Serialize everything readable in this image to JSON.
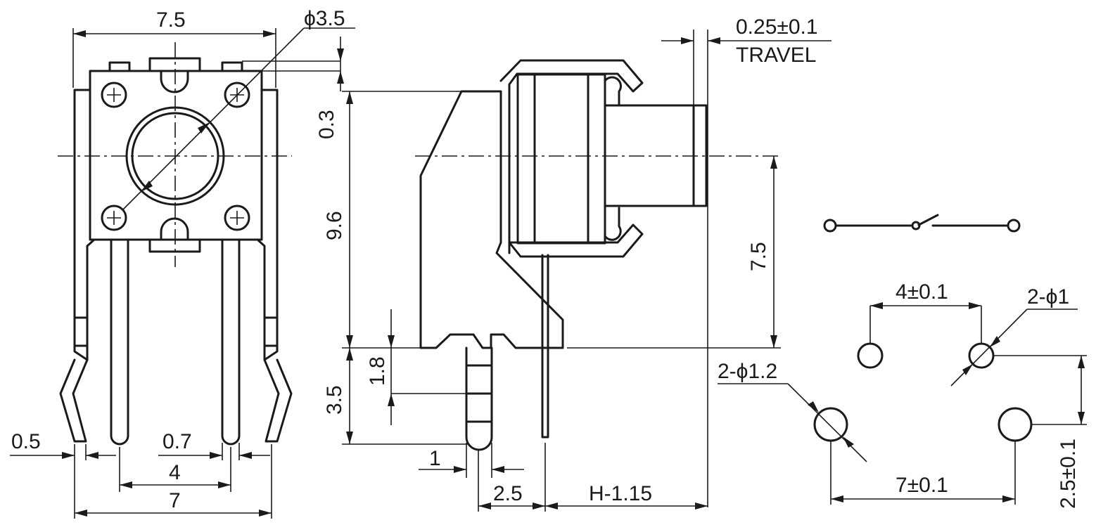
{
  "labels": {
    "body_width": "7.5",
    "cap_diameter": "ϕ3.5",
    "travel_value": "0.25±0.1",
    "travel_word": "TRAVEL",
    "top_gap": "0.3",
    "total_height": "9.6",
    "center_height": "7.5",
    "standoff_height": "1.8",
    "lead_length": "3.5",
    "lead_thickness": "0.5",
    "lead_width": "0.7",
    "pin_pitch": "4",
    "frame_span": "7",
    "peg_width": "1",
    "lead_offset": "2.5",
    "overhang": "H-1.15",
    "pcb_small_holes": "2-ϕ1",
    "pcb_large_holes": "2-ϕ1.2",
    "pcb_pitch_x": "4±0.1",
    "pcb_large_pitch": "7±0.1",
    "pcb_row_offset": "2.5±0.1"
  }
}
